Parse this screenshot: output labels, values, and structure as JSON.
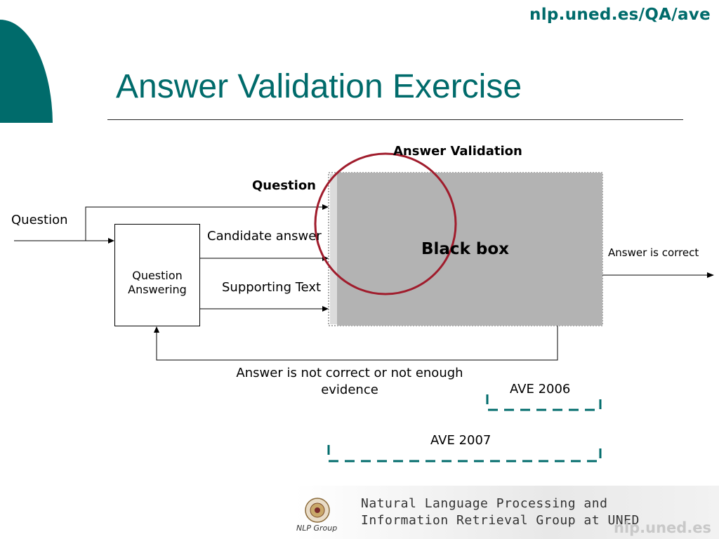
{
  "header": {
    "url": "nlp.uned.es/QA/ave",
    "title": "Answer Validation Exercise"
  },
  "diagram": {
    "answer_validation_label": "Answer Validation",
    "question_label_bold": "Question",
    "question_input_label": "Question",
    "candidate_answer_label": "Candidate answer",
    "supporting_text_label": "Supporting Text",
    "black_box_label": "Black box",
    "qa_box_label": "Question Answering",
    "answer_correct_label": "Answer is correct",
    "answer_not_correct_label": "Answer is not correct or not enough evidence",
    "ave2006_label": "AVE 2006",
    "ave2007_label": "AVE 2007"
  },
  "footer": {
    "logo_label": "NLP Group",
    "line1": "Natural Language Processing and",
    "line2": "Information Retrieval Group at UNED",
    "url": "nlp.uned.es"
  },
  "colors": {
    "accent": "#006b6b",
    "circle": "#a01c2c",
    "blackbox": "#b3b3b3"
  }
}
